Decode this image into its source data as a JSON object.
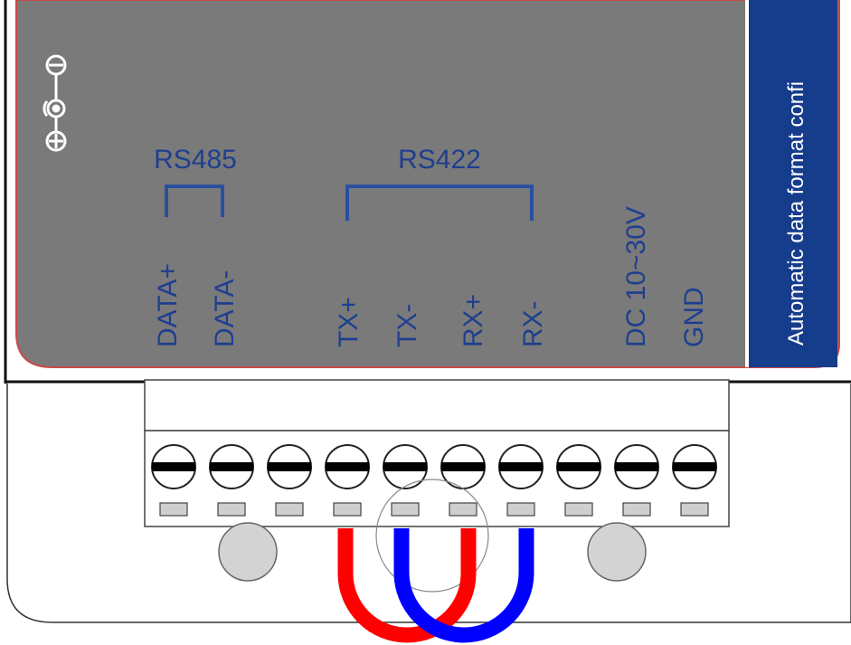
{
  "colors": {
    "panel": "#7a7a7a",
    "panel_border": "#c94a4a",
    "label_blue": "#1e3f8f",
    "side_banner": "#163c8c",
    "bracket_blue": "#2a4fa0",
    "screw_body": "#ffffff",
    "screw_slot": "#000000",
    "wire_red": "#ff0000",
    "wire_blue": "#0000ff",
    "mount_hole": "#d3d3d3"
  },
  "side_banner": {
    "text": "Automatic data format confi"
  },
  "power_symbol": {
    "icon": "dc-polarity-icon"
  },
  "groups": {
    "rs485": {
      "label": "RS485"
    },
    "rs422": {
      "label": "RS422"
    }
  },
  "terminals": [
    {
      "label": "DATA+"
    },
    {
      "label": "DATA-"
    },
    {
      "label": "TX+"
    },
    {
      "label": "TX-"
    },
    {
      "label": "RX+"
    },
    {
      "label": "RX-"
    },
    {
      "label": "DC 10~30V"
    },
    {
      "label": "GND"
    }
  ],
  "screw_count": 10,
  "wires": [
    {
      "color": "red",
      "from_terminal": "TX+",
      "to_terminal": "RX+"
    },
    {
      "color": "blue",
      "from_terminal": "TX-",
      "to_terminal": "RX-"
    }
  ]
}
